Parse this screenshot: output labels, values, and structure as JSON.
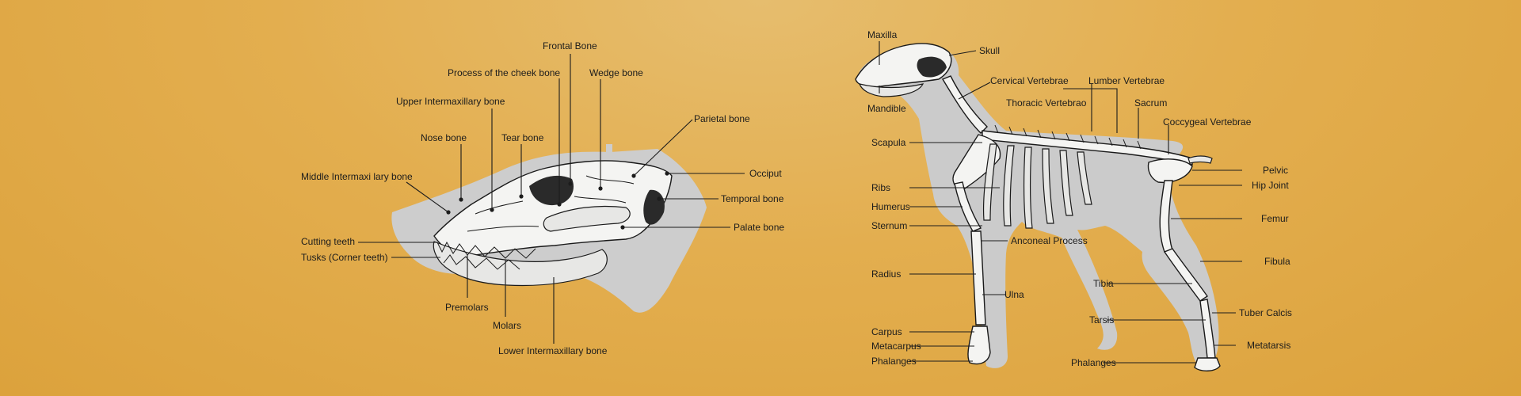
{
  "skull_labels": {
    "frontal_bone": "Frontal Bone",
    "process_cheek_bone": "Process of the cheek bone",
    "wedge_bone": "Wedge bone",
    "upper_intermaxillary_bone": "Upper Intermaxillary bone",
    "parietal_bone": "Parietal bone",
    "nose_bone": "Nose bone",
    "tear_bone": "Tear bone",
    "occiput": "Occiput",
    "middle_intermaxillary_bone": "Middle Intermaxi lary bone",
    "temporal_bone": "Temporal bone",
    "cutting_teeth": "Cutting teeth",
    "palate_bone": "Palate bone",
    "tusks": "Tusks (Corner teeth)",
    "premolars": "Premolars",
    "molars": "Molars",
    "lower_intermaxillary_bone": "Lower Intermaxillary bone"
  },
  "skeleton_labels": {
    "maxilla": "Maxilla",
    "skull": "Skull",
    "cervical_vertebrae": "Cervical Vertebrae",
    "lumbar_vertebrae": "Lumber Vertebrae",
    "mandible": "Mandible",
    "thoracic_vertebrae": "Thoracic Vertebrao",
    "sacrum": "Sacrum",
    "coccygeal_vertebrae": "Coccygeal Vertebrae",
    "scapula": "Scapula",
    "pelvic": "Pelvic",
    "ribs": "Ribs",
    "hip_joint": "Hip Joint",
    "humerus": "Humerus",
    "femur": "Femur",
    "sternum": "Sternum",
    "anconeal_process": "Anconeal Process",
    "fibula": "Fibula",
    "radius": "Radius",
    "tibia": "Tibia",
    "ulna": "Ulna",
    "tarsis": "Tarsis",
    "tuber_calcis": "Tuber Calcis",
    "carpus": "Carpus",
    "metacarpus": "Metacarpus",
    "metatarsis": "Metatarsis",
    "phalanges_front": "Phalanges",
    "phalanges_hind": "Phalanges"
  },
  "colors": {
    "background": "#e3ae4f",
    "silhouette": "#cfcfcf",
    "bone": "#f4f4f2",
    "ink": "#1c1c1c"
  }
}
